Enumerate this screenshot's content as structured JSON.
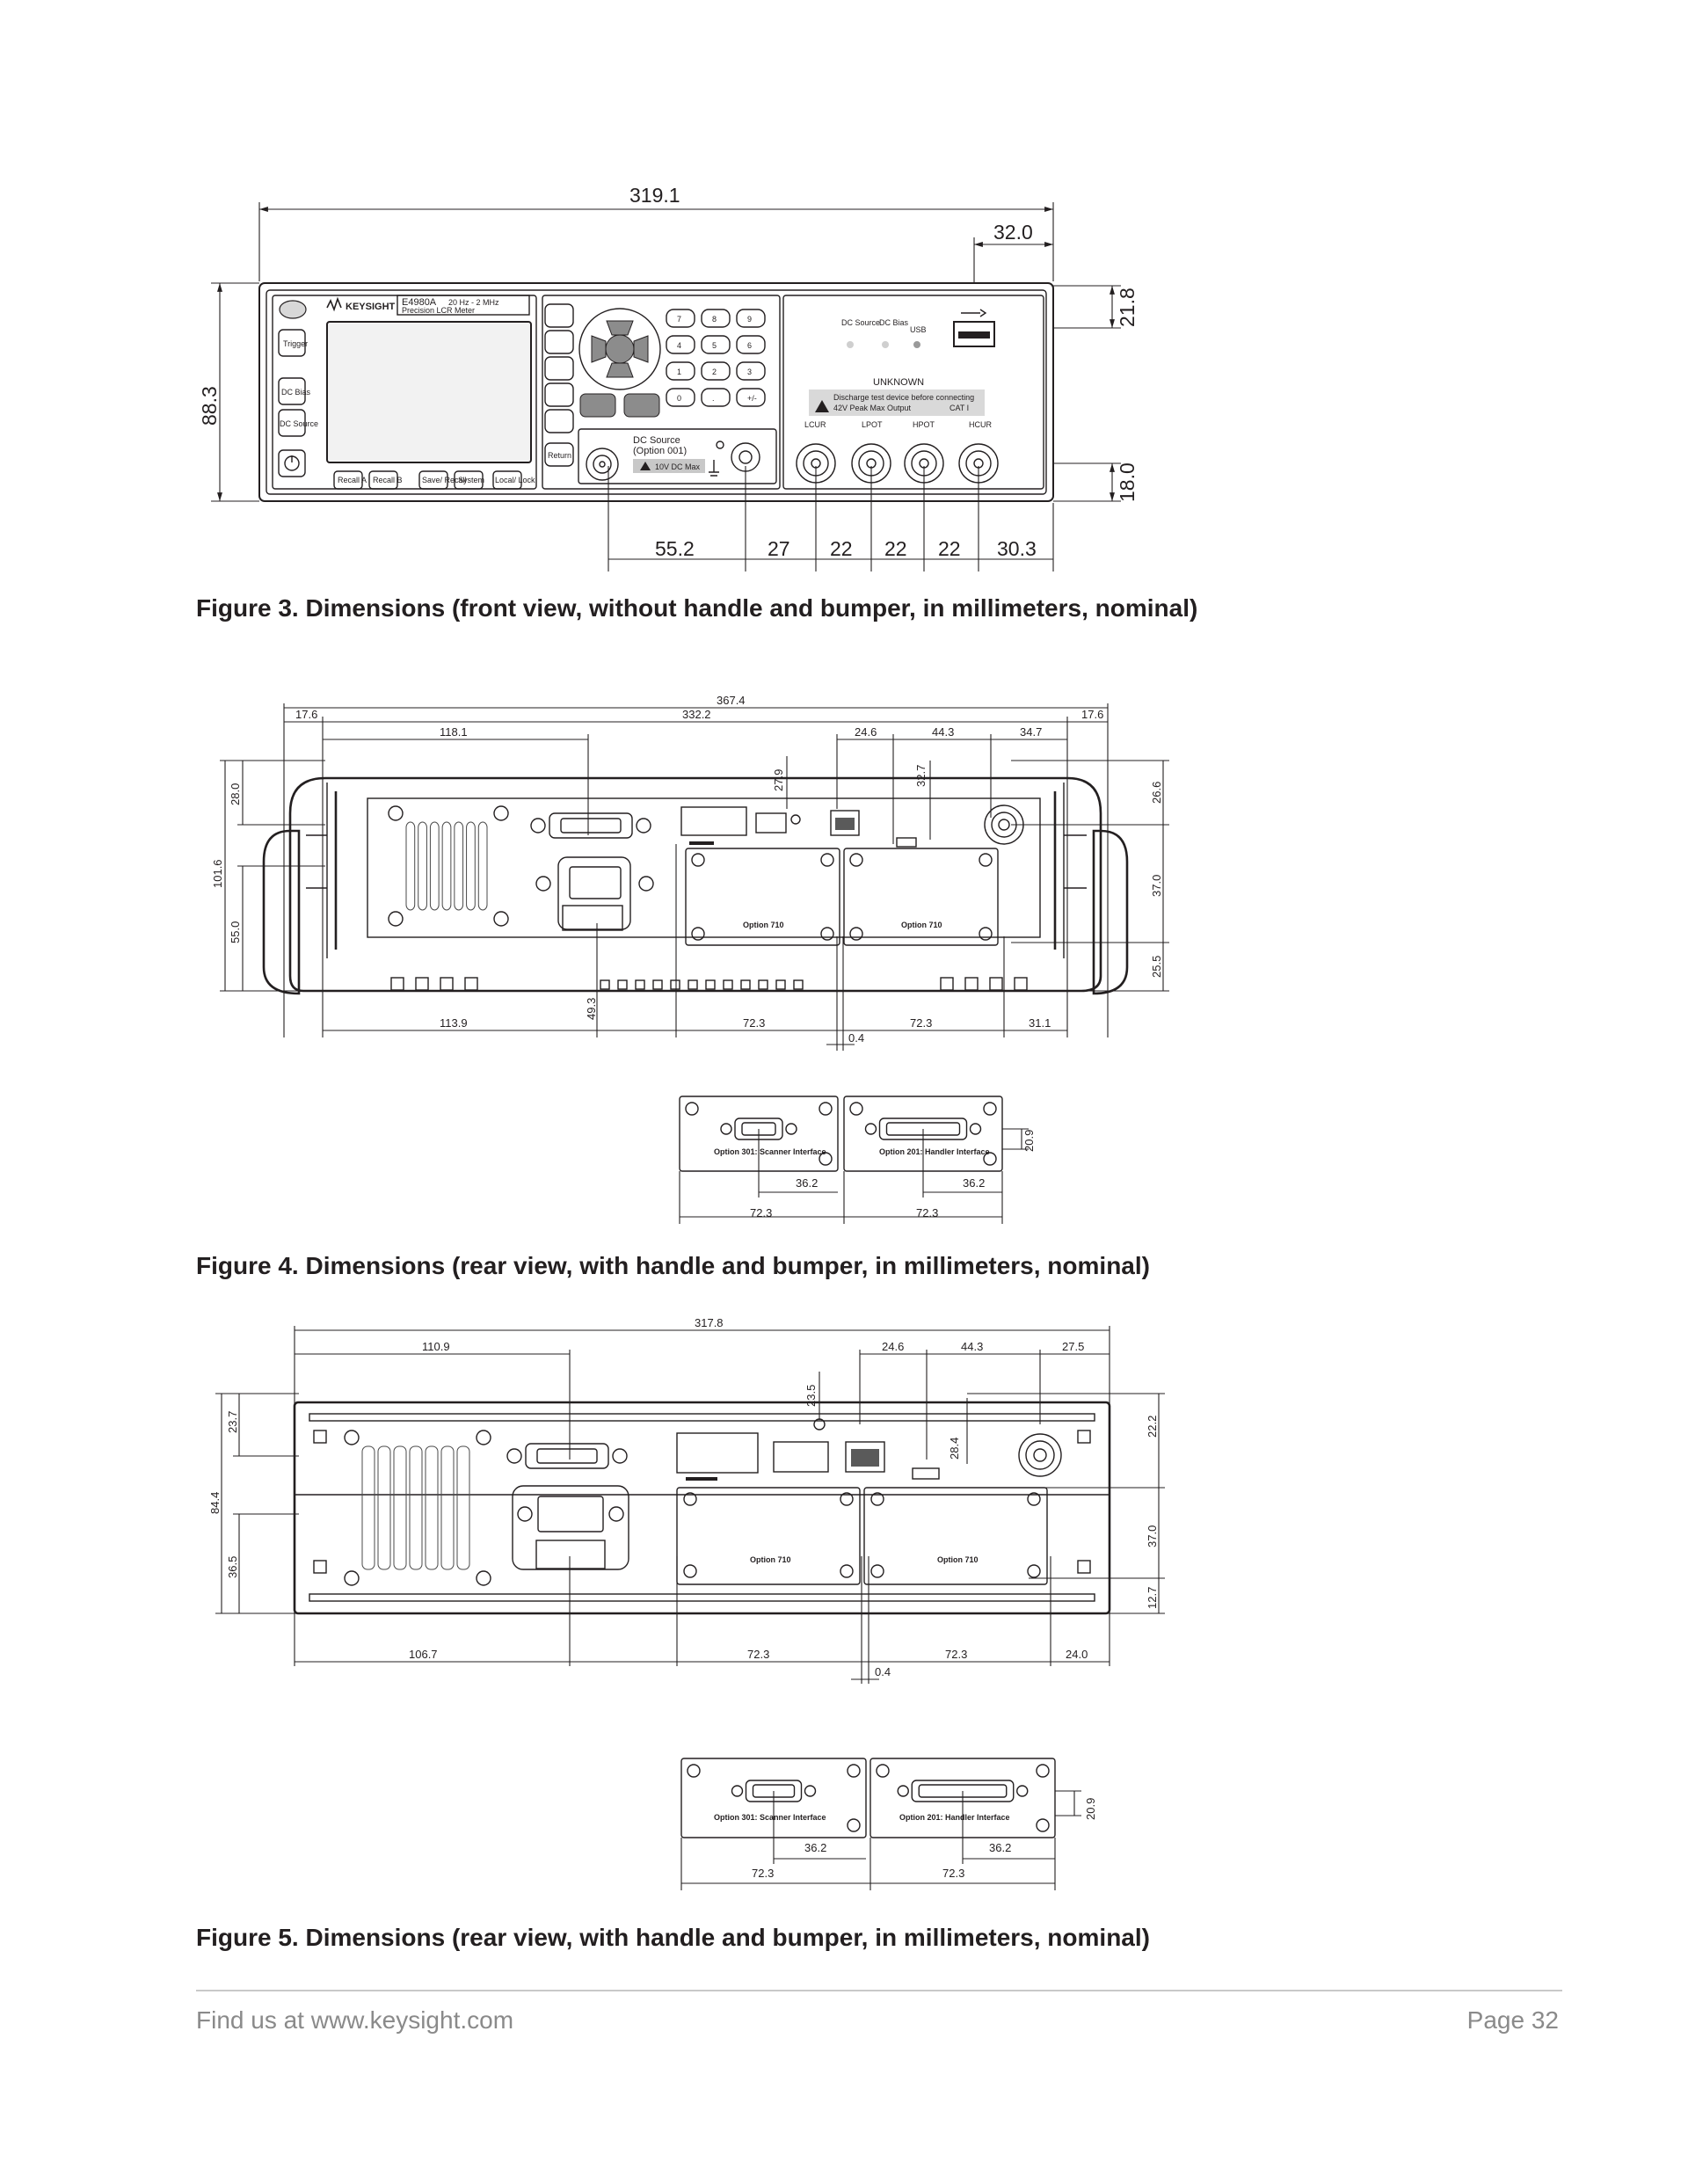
{
  "fig3": {
    "caption": "Figure 3. Dimensions (front view, without handle and bumper, in millimeters, nominal)",
    "dims": {
      "overall_width": "319.1",
      "usb_offset": "32.0",
      "usb_height": "21.8",
      "height": "88.3",
      "bottom": "18.0",
      "b1": "55.2",
      "b2": "27",
      "b3": "22",
      "b4": "22",
      "b5": "22",
      "b6": "30.3"
    },
    "panel": {
      "brand": "KEYSIGHT",
      "model": "E4980A",
      "freq": "20 Hz - 2 MHz",
      "desc": "Precision LCR Meter",
      "left_keys": [
        "Trigger",
        "DC Bias",
        "DC Source"
      ],
      "bottom_keys": [
        "Recall A",
        "Recall B",
        "Save/ Recall",
        "System",
        "Local/ Lock"
      ],
      "return_key": "Return",
      "keypad": [
        "7",
        "8",
        "9",
        "4",
        "5",
        "6",
        "1",
        "2",
        "3",
        "0",
        ".",
        "+/-"
      ],
      "dc_source": "DC Source",
      "option001": "(Option 001)",
      "max10v": "10V DC Max",
      "ind": [
        "DC Source",
        "DC Bias",
        "USB"
      ],
      "unknown": "UNKNOWN",
      "warn1": "Discharge test device before connecting",
      "warn2": "42V Peak Max Output",
      "cat": "CAT I",
      "terminals": [
        "LCUR",
        "LPOT",
        "HPOT",
        "HCUR"
      ]
    }
  },
  "fig4": {
    "caption": "Figure 4. Dimensions (rear view, with handle and bumper, in millimeters, nominal)",
    "dims": {
      "total": "367.4",
      "left": "17.6",
      "inner": "332.2",
      "right": "17.6",
      "d118": "118.1",
      "d246": "24.6",
      "d443": "44.3",
      "d347": "34.7",
      "v279": "27.9",
      "v327": "32.7",
      "h280": "28.0",
      "h1016": "101.6",
      "h550": "55.0",
      "r266": "26.6",
      "r370": "37.0",
      "r255": "25.5",
      "v493": "49.3",
      "b1139": "113.9",
      "b723a": "72.3",
      "b723b": "72.3",
      "b311": "31.1",
      "b04": "0.4"
    },
    "opt710": "Option 710",
    "sub": {
      "scanner": "Option 301: Scanner Interface",
      "handler": "Option 201: Handler Interface",
      "d362a": "36.2",
      "d362b": "36.2",
      "d209": "20.9",
      "w723a": "72.3",
      "w723b": "72.3"
    }
  },
  "fig5": {
    "caption": "Figure 5. Dimensions (rear view, with handle and bumper, in millimeters, nominal)",
    "dims": {
      "total": "317.8",
      "d1109": "110.9",
      "d246": "24.6",
      "d443": "44.3",
      "d275": "27.5",
      "v235": "23.5",
      "v284": "28.4",
      "h237": "23.7",
      "h844": "84.4",
      "h365": "36.5",
      "r222": "22.2",
      "r370": "37.0",
      "r127": "12.7",
      "b1067": "106.7",
      "b723a": "72.3",
      "b723b": "72.3",
      "b240": "24.0",
      "b04": "0.4"
    },
    "opt710": "Option 710",
    "sub": {
      "scanner": "Option 301: Scanner Interface",
      "handler": "Option 201: Handler Interface",
      "d362a": "36.2",
      "d362b": "36.2",
      "d209": "20.9",
      "w723a": "72.3",
      "w723b": "72.3"
    }
  },
  "footer": {
    "left": "Find us at www.keysight.com",
    "right": "Page 32"
  }
}
